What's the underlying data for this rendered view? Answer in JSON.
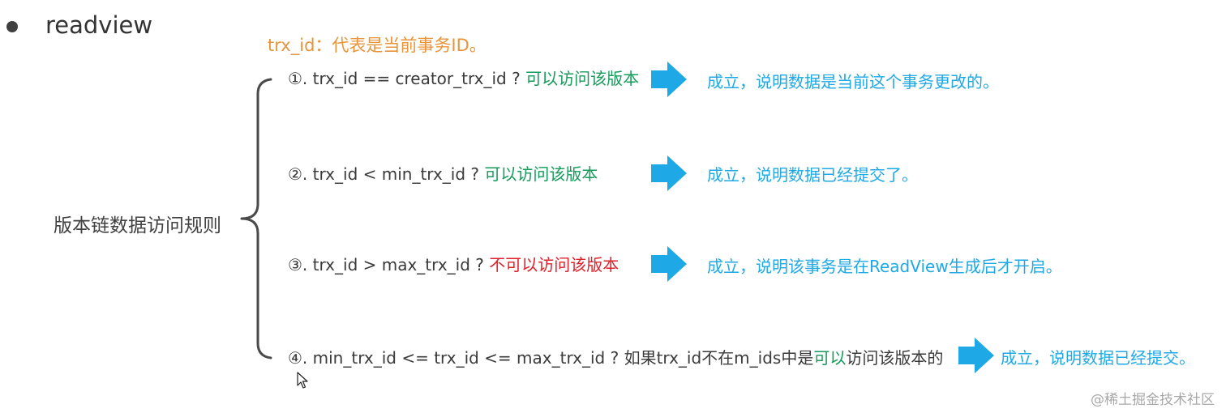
{
  "heading": "readview",
  "note": "trx_id：代表是当前事务ID。",
  "root_label": "版本链数据访问规则",
  "rules": [
    {
      "condition": "①. trx_id  == creator_trx_id ? ",
      "highlight": "可以访问该版本",
      "highlight_color": "green",
      "result": "成立，说明数据是当前这个事务更改的。"
    },
    {
      "condition": "②. trx_id < min_trx_id ? ",
      "highlight": "可以访问该版本",
      "highlight_color": "green",
      "result": "成立，说明数据已经提交了。"
    },
    {
      "condition": "③. trx_id > max_trx_id ?  ",
      "highlight": "不可以访问该版本",
      "highlight_color": "red",
      "result": "成立，说明该事务是在ReadView生成后才开启。"
    },
    {
      "condition": "④. min_trx_id <= trx_id <= max_trx_id ?  如果trx_id不在m_ids中是",
      "highlight": "可以",
      "highlight_color": "green",
      "suffix": "访问该版本的",
      "result": "成立，说明数据已经提交。"
    }
  ],
  "watermark": "@稀土掘金技术社区",
  "colors": {
    "green": "#169B5A",
    "red": "#E0202A",
    "orange": "#E8943A",
    "blue": "#1EA9E6"
  },
  "icons": [
    "bullet-icon",
    "arrow-right-icon",
    "mouse-cursor-icon"
  ]
}
